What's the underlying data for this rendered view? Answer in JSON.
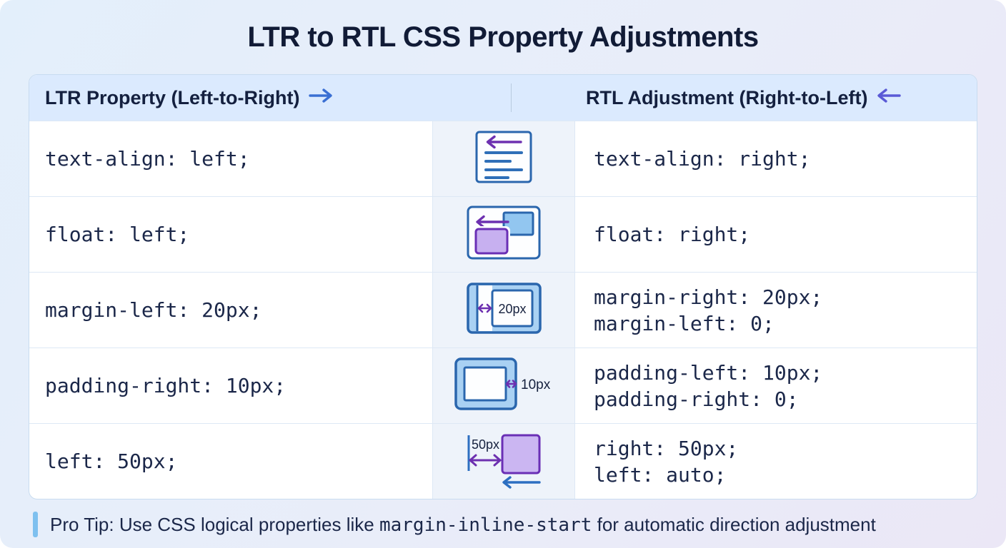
{
  "title": "LTR to RTL CSS Property Adjustments",
  "table": {
    "header": {
      "ltr_label": "LTR Property (Left-to-Right)",
      "rtl_label": "RTL Adjustment (Right-to-Left)"
    },
    "rows": [
      {
        "ltr": "text-align: left;",
        "rtl1": "text-align: right;",
        "icon": "text-align-left-icon"
      },
      {
        "ltr": "float: left;",
        "rtl1": "float: right;",
        "icon": "float-left-icon"
      },
      {
        "ltr": "margin-left: 20px;",
        "rtl1": "margin-right: 20px;",
        "rtl2": "margin-left: 0;",
        "icon": "margin-left-icon",
        "icon_label": "20px"
      },
      {
        "ltr": "padding-right: 10px;",
        "rtl1": "padding-left: 10px;",
        "rtl2": "padding-right: 0;",
        "icon": "padding-right-icon",
        "icon_label": "10px"
      },
      {
        "ltr": "left: 50px;",
        "rtl1": "right: 50px;",
        "rtl2": "left: auto;",
        "icon": "left-position-icon",
        "icon_label": "50px"
      }
    ]
  },
  "pro_tip": {
    "prefix": "Pro Tip: Use CSS logical properties like ",
    "code": "margin-inline-start",
    "suffix": " for automatic direction adjustment"
  },
  "colors": {
    "accent_blue_arrow": "#3a6fd3",
    "accent_indigo_arrow": "#5a5ad6",
    "header_bg": "#dbeafe",
    "icon_stroke_blue": "#2a66ad",
    "icon_fill_blue": "#a9d1f3",
    "icon_stroke_purple": "#6a2fb5",
    "icon_fill_purple": "#c7b0f0",
    "purple_arrow": "#6d30b0",
    "text_navy": "#16213e",
    "tip_bar": "#7ec0ef"
  }
}
